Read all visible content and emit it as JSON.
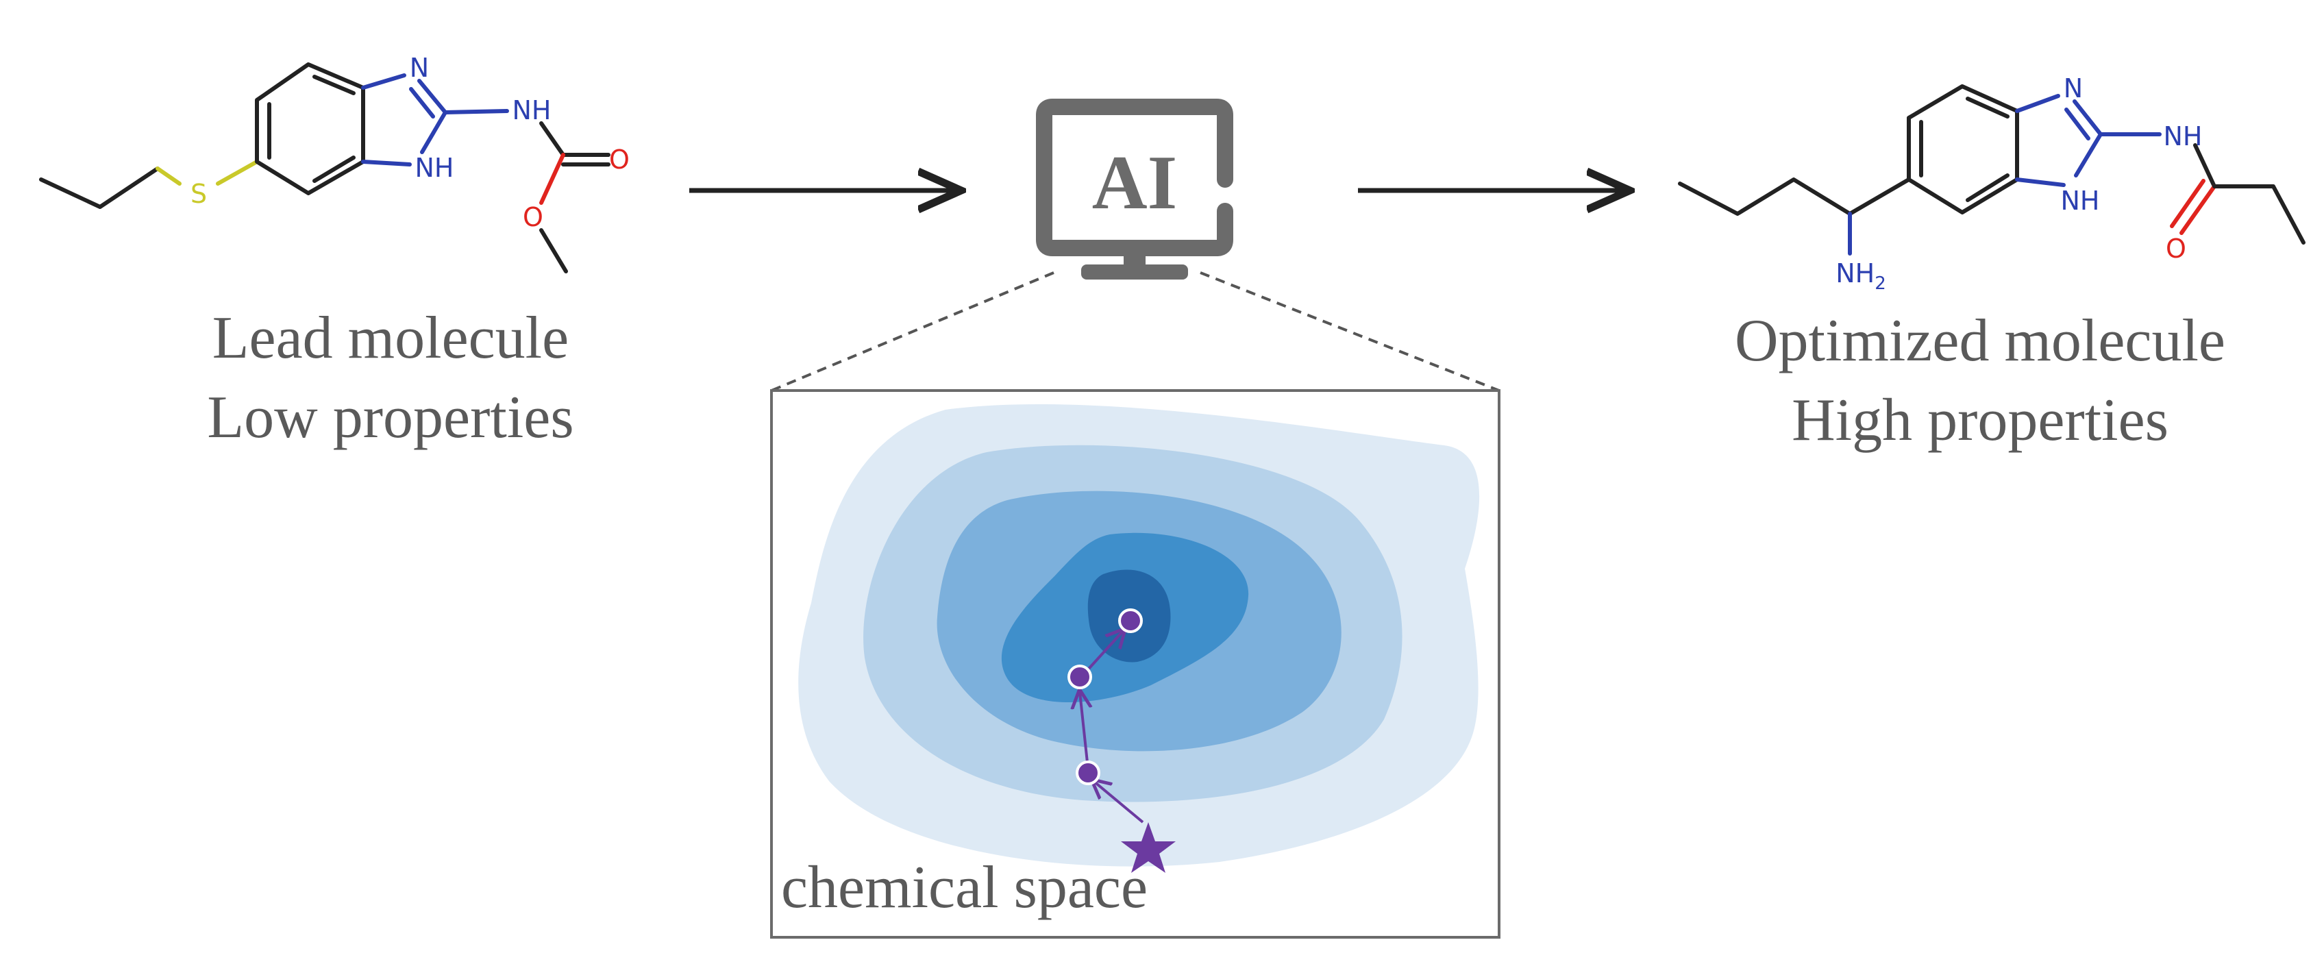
{
  "lead": {
    "caption_line1": "Lead molecule",
    "caption_line2": "Low properties",
    "atoms": {
      "sulfur": "S",
      "n_ring": "N",
      "nh_ring": "NH",
      "nh_amide": "NH",
      "o_carbonyl": "O",
      "o_ether": "O"
    }
  },
  "optimized": {
    "caption_line1": "Optimized molecule",
    "caption_line2": "High properties",
    "atoms": {
      "n_ring": "N",
      "nh_ring": "NH",
      "nh_amide": "NH",
      "o_carbonyl": "O",
      "nh2": "NH",
      "nh2_subscript": "2"
    }
  },
  "ai": {
    "label": "AI",
    "icon": "computer-monitor-icon"
  },
  "chemical_space": {
    "label": "chemical space",
    "start_marker": "star-icon",
    "path_point_count": 3
  },
  "colors": {
    "text": "#5a5a5a",
    "bond": "#222222",
    "nitrogen": "#2b3fb0",
    "oxygen": "#e0241e",
    "sulfur": "#c9c92a",
    "monitor": "#6b6b6b",
    "contour_levels": [
      "#deeaf5",
      "#b6d2ea",
      "#7cb0dc",
      "#3f8fcb",
      "#2366a6"
    ],
    "path": "#6b3aa0"
  }
}
